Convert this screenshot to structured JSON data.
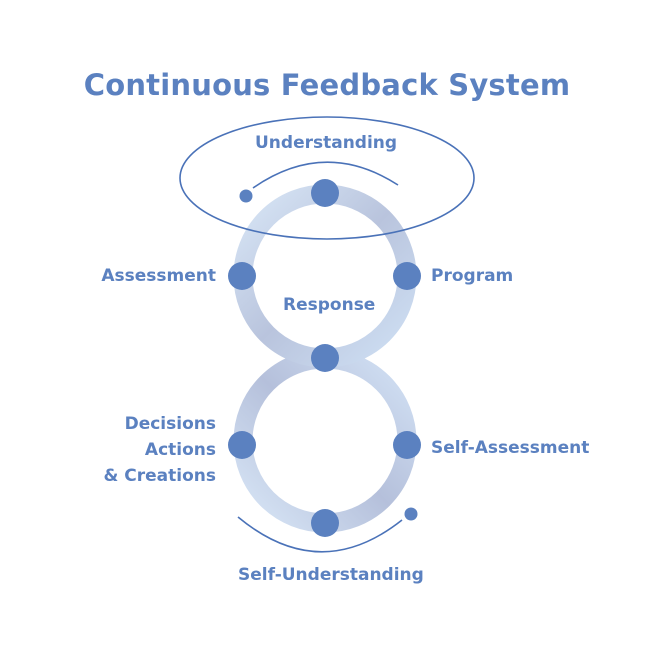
{
  "title": "Continuous Feedback System",
  "nodes": {
    "top": "Understanding",
    "upper_left": "Assessment",
    "upper_right": "Program",
    "center": "Response",
    "lower_left": [
      "Decisions",
      "Actions",
      "& Creations"
    ],
    "lower_right": "Self-Assessment",
    "bottom": "Self-Understanding"
  },
  "colors": {
    "text": "#5b81c0",
    "node": "#5b81c0",
    "ring_light": "#d5e4f5",
    "ring_dark": "#aebad6",
    "outline": "#4a72b8"
  }
}
